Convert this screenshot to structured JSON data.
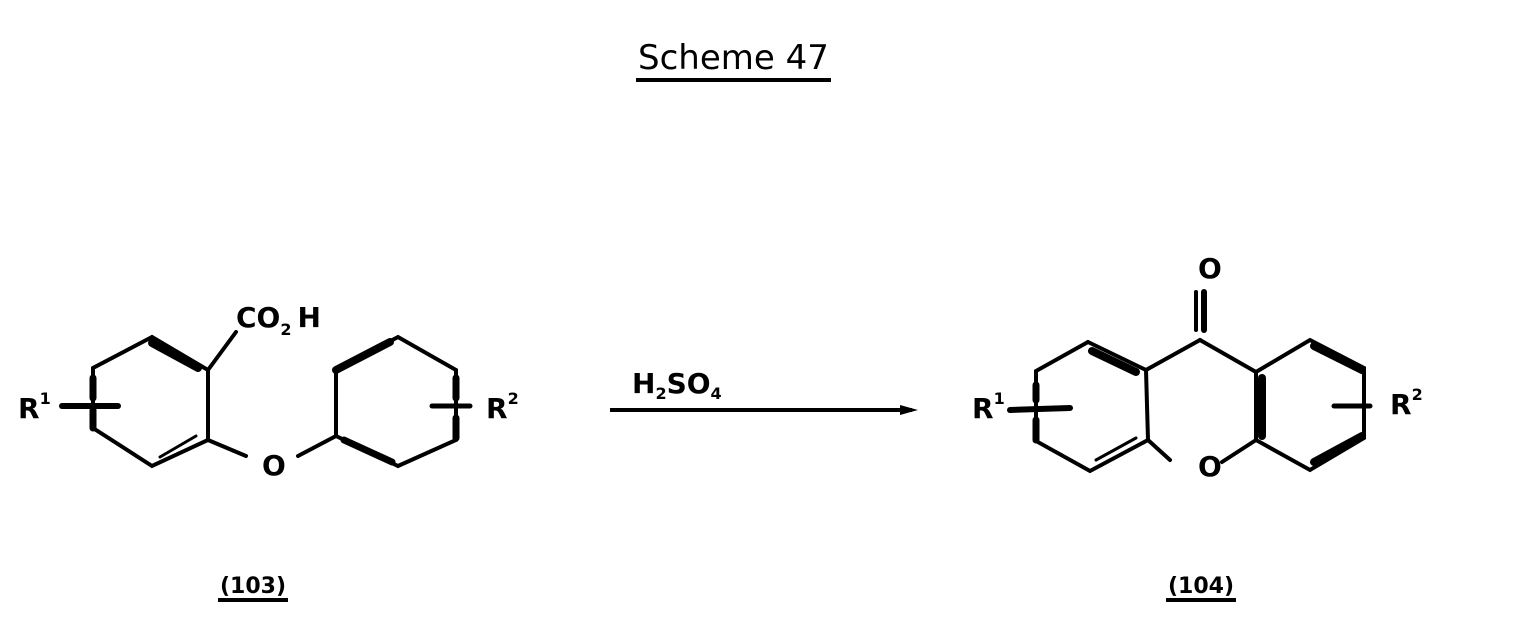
{
  "scheme": {
    "title": "Scheme 47"
  },
  "reaction": {
    "reagent": "H2SO4",
    "reagent_main": "H",
    "reagent_sub1": "2",
    "reagent_mid": "SO",
    "reagent_sub2": "4",
    "arrow": "forward"
  },
  "reactant": {
    "label": "(103)",
    "substituent_top": "CO2H",
    "co": "CO",
    "co_sub": "2",
    "h": "H",
    "bridge_atom": "O",
    "r1": "R",
    "r1_sup": "1",
    "r2": "R",
    "r2_sup": "2"
  },
  "product": {
    "label": "(104)",
    "carbonyl_o": "O",
    "ring_o": "O",
    "r1": "R",
    "r1_sup": "1",
    "r2": "R",
    "r2_sup": "2"
  }
}
